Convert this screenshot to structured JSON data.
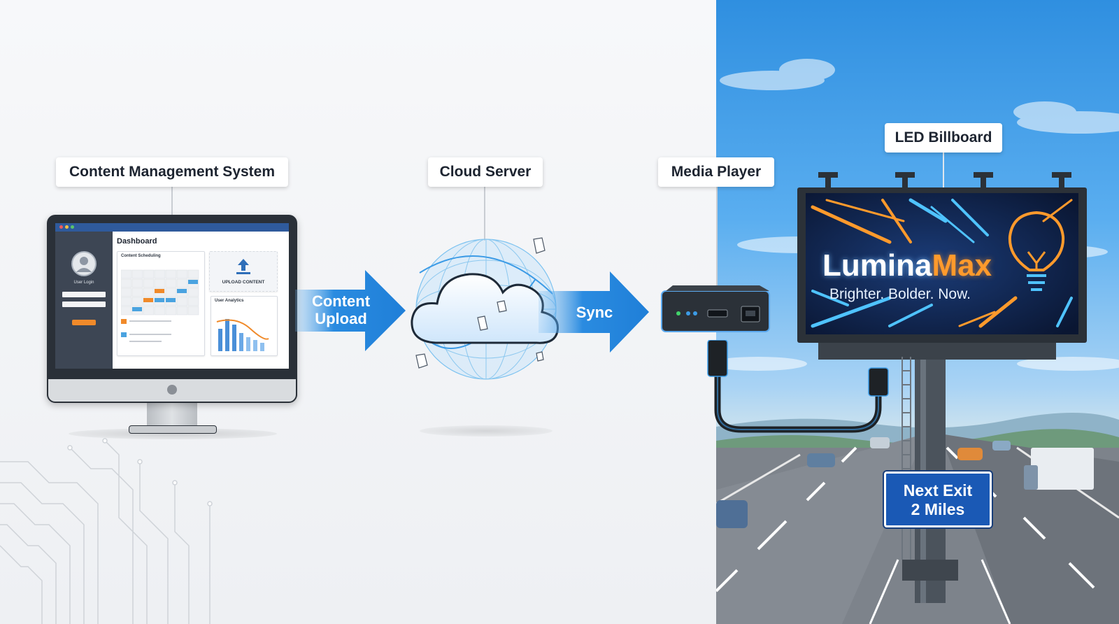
{
  "labels": {
    "cms": "Content Management System",
    "cloud": "Cloud Server",
    "player": "Media Player",
    "billboard": "LED Billboard"
  },
  "arrows": {
    "upload_line1": "Content",
    "upload_line2": "Upload",
    "sync": "Sync"
  },
  "cms_screen": {
    "dashboard_title": "Dashboard",
    "user_login": "User Login",
    "scheduling_title": "Content Scheduling",
    "upload_button": "UPLOAD CONTENT",
    "analytics_title": "User Analytics"
  },
  "billboard_ad": {
    "brand_part1": "Lumina",
    "brand_part2": "Max",
    "slogan": "Brighter. Bolder. Now."
  },
  "road_sign": {
    "line1": "Next Exit",
    "line2": "2 Miles"
  },
  "colors": {
    "arrow_blue": "#1f7fd8",
    "accent_orange": "#ff9a2c",
    "sign_blue": "#1a59b5",
    "sky_blue": "#3b96e4"
  },
  "icons": [
    "user-avatar-icon",
    "upload-icon",
    "cloud-icon",
    "document-icon",
    "hdmi-port-icon",
    "lightbulb-icon"
  ]
}
